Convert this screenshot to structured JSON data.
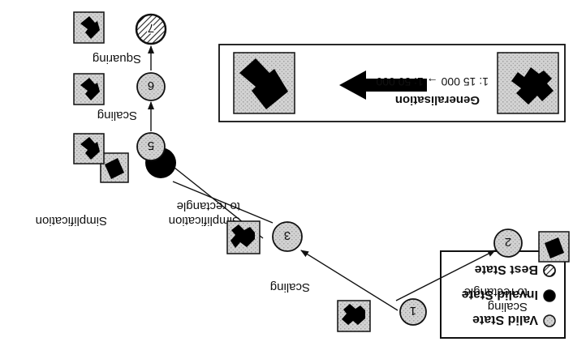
{
  "legend": {
    "valid": "Valid State",
    "invalid": "Invalid State",
    "best": "Best State"
  },
  "nodes": {
    "n1": "1",
    "n2": "2",
    "n3": "3",
    "n5": "5",
    "n6": "6",
    "n7": "7"
  },
  "edges": {
    "scaling_to_rectangle_line1": "Scaling",
    "scaling_to_rectangle_line2": "to rectangle",
    "scaling_1_3": "Scaling",
    "simplification_rect_line1": "Simplification",
    "simplification_rect_line2": "to rectangle",
    "simplification_3_5": "Simplification",
    "scaling_5_6": "Scaling",
    "squaring_6_7": "Squaring"
  },
  "generalisation_box": {
    "title": "Generalisation",
    "scale": "1: 15 000 → 1: 50 000"
  }
}
